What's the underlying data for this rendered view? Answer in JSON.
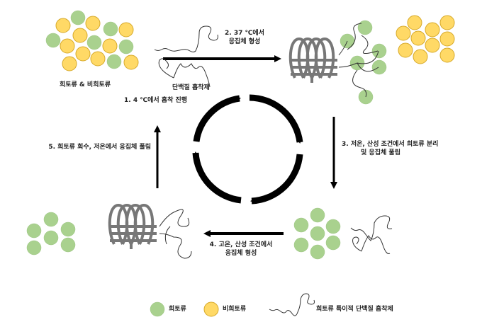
{
  "colors": {
    "rare_earth": "#a9d18e",
    "rare_earth_stroke": "#9cc482",
    "non_rare_earth": "#ffd966",
    "non_rare_earth_stroke": "#d6a92a",
    "aggregate": "#777777",
    "arrow": "#000000"
  },
  "labels": {
    "mixture": "희토류 & 비희토류",
    "adsorbent": "단백질 흡착제",
    "step1": "1. 4 ℃에서 흡착 진행",
    "step2_line1": "2. 37 ℃에서",
    "step2_line2": "응집체 형성",
    "step3_line1": "3. 저온, 산성 조건에서 희토류 분리",
    "step3_line2": "및 응집체 풀림",
    "step4_line1": "4. 고온, 산성 조건에서",
    "step4_line2": "응집체 형성",
    "step5": "5. 희토류 회수, 저온에서 응집체 풀림"
  },
  "legend": {
    "rare_earth": "희토류",
    "non_rare_earth": "비희토류",
    "adsorbent": "희토류 특이적 단백질 흡착제"
  }
}
